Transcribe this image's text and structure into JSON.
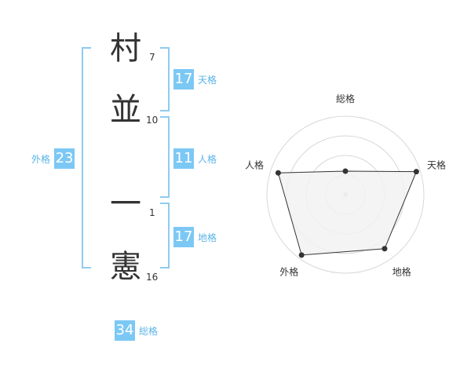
{
  "name_chars": [
    {
      "char": "村",
      "strokes": "7"
    },
    {
      "char": "並",
      "strokes": "10"
    },
    {
      "char": "一",
      "strokes": "1"
    },
    {
      "char": "憲",
      "strokes": "16"
    }
  ],
  "kaku": {
    "tenkaku": {
      "label": "天格",
      "value": "17"
    },
    "jinkaku": {
      "label": "人格",
      "value": "11"
    },
    "chikaku": {
      "label": "地格",
      "value": "17"
    },
    "gaikaku": {
      "label": "外格",
      "value": "23"
    },
    "soukaku": {
      "label": "総格",
      "value": "34"
    }
  },
  "chart_data": {
    "type": "radar",
    "axes": [
      "総格",
      "天格",
      "地格",
      "外格",
      "人格"
    ],
    "values": [
      0.3,
      0.95,
      0.85,
      0.95,
      0.9
    ],
    "rings": 4,
    "colors": {
      "fill": "#f2f2f2",
      "stroke": "#333333",
      "grid": "#d8d8d8",
      "center": "#c8c8c8"
    }
  },
  "colors": {
    "accent": "#7cc8f5",
    "accent_text": "#5bb4e6",
    "bracket": "#8fcbf0"
  }
}
